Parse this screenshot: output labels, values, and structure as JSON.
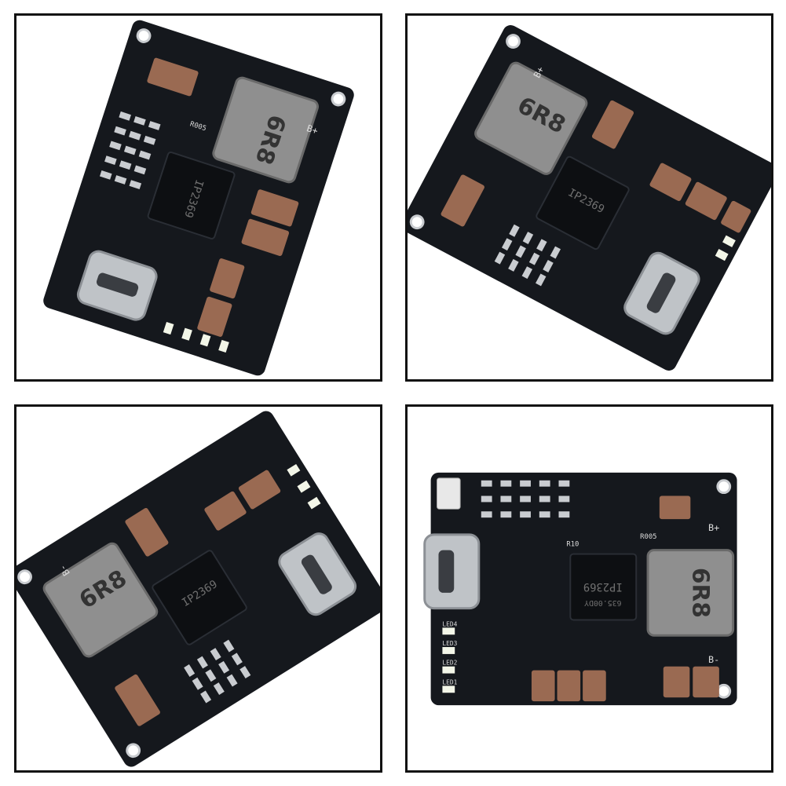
{
  "board": {
    "inductor_marking": "6R8",
    "ic_marking": "IP2369",
    "ic_code": "635.00DY",
    "battery_plus_label": "B+",
    "battery_minus_label": "B-",
    "resistor_label": "R005",
    "resistor_label_2": "R10",
    "led_labels": [
      "LED4",
      "LED3",
      "LED2",
      "LED1"
    ]
  },
  "colors": {
    "pcb": "#15181d",
    "pad": "#c9ccd0",
    "capacitor": "#9a6a52",
    "inductor": "#8f8f8f",
    "frame": "#111111"
  },
  "panels": [
    {
      "id": "p1",
      "name": "board-view-top-left"
    },
    {
      "id": "p2",
      "name": "board-view-top-right"
    },
    {
      "id": "p3",
      "name": "board-view-bottom-left"
    },
    {
      "id": "p4",
      "name": "board-view-bottom-right"
    }
  ]
}
